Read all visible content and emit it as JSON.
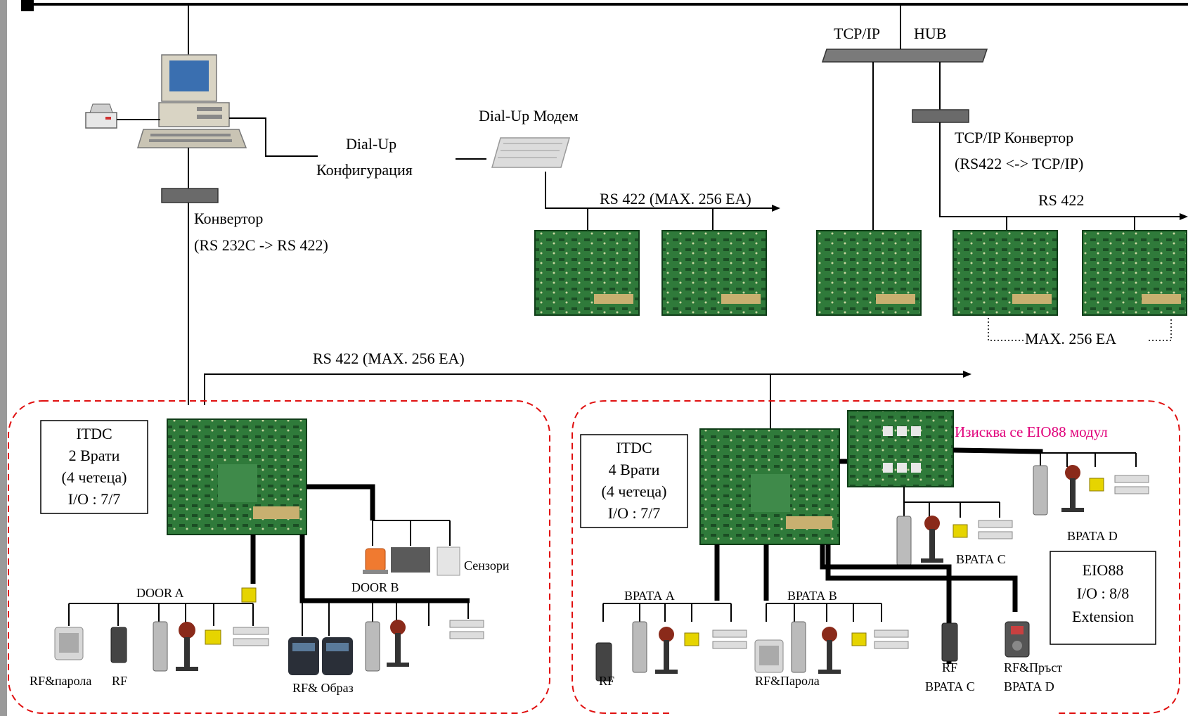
{
  "network": {
    "tcp_ip": "TCP/IP",
    "hub": "HUB",
    "dialup_modem": "Dial-Up Модем",
    "dialup_config_1": "Dial-Up",
    "dialup_config_2": "Конфигурация",
    "converter_1": "Конвертор",
    "converter_2": "(RS 232C -> RS 422)",
    "tcp_converter_1": "TCP/IP Конвертор",
    "tcp_converter_2": "(RS422 <-> TCP/IP)",
    "rs422_top": "RS 422 (MAX. 256 EA)",
    "rs422_right": "RS 422",
    "rs422_mid": "RS 422 (MAX. 256 EA)",
    "max_ea": "MAX. 256 EA"
  },
  "left_group": {
    "box_line1": "ITDC",
    "box_line2": "2 Врати",
    "box_line3": "(4 четеца)",
    "box_line4": "I/O : 7/7",
    "door_a": "DOOR A",
    "door_b": "DOOR B",
    "sensors": "Сензори",
    "rf_password": "RF&парола",
    "rf": "RF",
    "rf_image": "RF& Образ"
  },
  "right_group": {
    "box_line1": "ITDC",
    "box_line2": "4 Врати",
    "box_line3": "(4 четеца)",
    "box_line4": "I/O : 7/7",
    "requires": "Изисква се EIO88 модул",
    "door_a": "ВРАТА A",
    "door_b": "ВРАТА B",
    "door_c": "ВРАТА C",
    "door_d": "ВРАТА D",
    "rf": "RF",
    "rf_password": "RF&Парола",
    "rf_c_1": "RF",
    "rf_c_2": "ВРАТА C",
    "rf_finger_1": "RF&Пръст",
    "rf_finger_2": "ВРАТА D",
    "eio_line1": "EIO88",
    "eio_line2": "I/O : 8/8",
    "eio_line3": "Extension"
  },
  "colors": {
    "pcb": "#2f7a3a",
    "pcb_dark": "#1f5a2a",
    "frame_red": "#e01010",
    "accent_pink": "#e0007a"
  }
}
